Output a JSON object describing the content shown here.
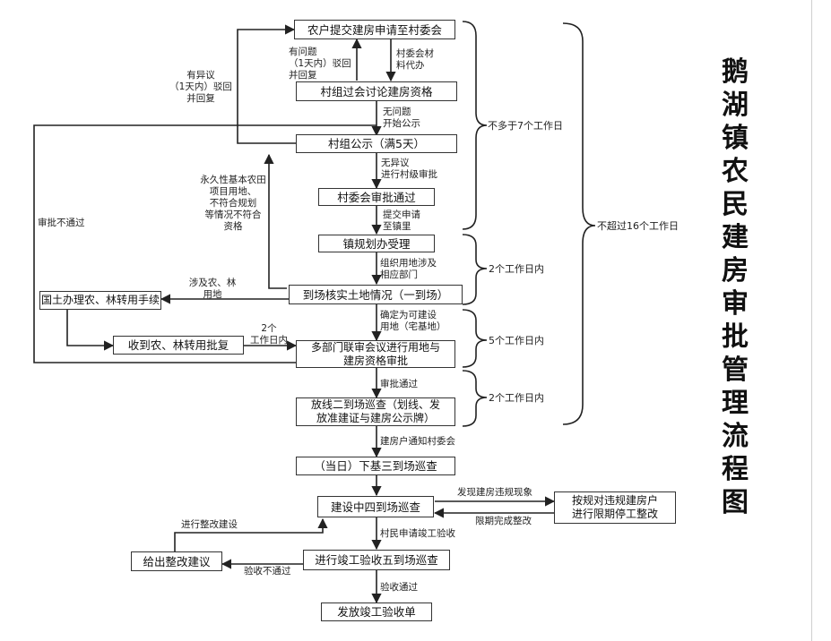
{
  "title": "鹅\n湖\n镇\n农\n民\n建\n房\n审\n批\n管\n理\n流\n程\n图",
  "nodes": {
    "apply": "农户提交建房申请至村委会",
    "discuss": "村组过会讨论建房资格",
    "publicize": "村组公示（满5天）",
    "village_approve": "村委会审批通过",
    "town_accept": "镇规划办受理",
    "site_check": "到场核实土地情况（一到场）",
    "land_bureau": "国土办理农、林转用手续",
    "receive_reply": "收到农、林转用批复",
    "joint_review": "多部门联审会议进行用地与\n建房资格审批",
    "stakeout": "放线二到场巡查（划线、发\n放准建证与建房公示牌）",
    "same_day": "（当日）下基三到场巡查",
    "construction": "建设中四到场巡查",
    "rectify_order": "按规对违规建房户\n进行限期停工整改",
    "acceptance": "进行竣工验收五到场巡查",
    "rectify_advice": "给出整改建议",
    "certificate": "发放竣工验收单"
  },
  "edge_labels": {
    "objection": "有异议\n（1天内）驳回\n并回复",
    "problem": "有问题\n（1天内）驳回\n并回复",
    "village_help": "村委会材\n料代办",
    "no_problem": "无问题\n开始公示",
    "no_objection": "无异议\n进行村级审批",
    "submit_town": "提交申请\n至镇里",
    "farmland": "永久性基本农田\n项目用地、\n不符合规划\n等情况不符合\n资格",
    "reject": "审批不通过",
    "organize": "组织用地涉及\n相应部门",
    "involve_land": "涉及农、林\n用地",
    "confirm": "确定为可建设\n用地（宅基地）",
    "two_days_in": "2个\n工作日内",
    "approved": "审批通过",
    "notify": "建房户通知村委会",
    "violation": "发现建房违规现象",
    "deadline": "限期完成整改",
    "apply_accept": "村民申请竣工验收",
    "rectify_build": "进行整改建设",
    "accept_fail": "验收不通过",
    "accept_pass": "验收通过"
  },
  "spans": {
    "s7": "不多于7个工作日",
    "s16": "不超过16个工作日",
    "s2a": "2个工作日内",
    "s5": "5个工作日内",
    "s2b": "2个工作日内"
  }
}
